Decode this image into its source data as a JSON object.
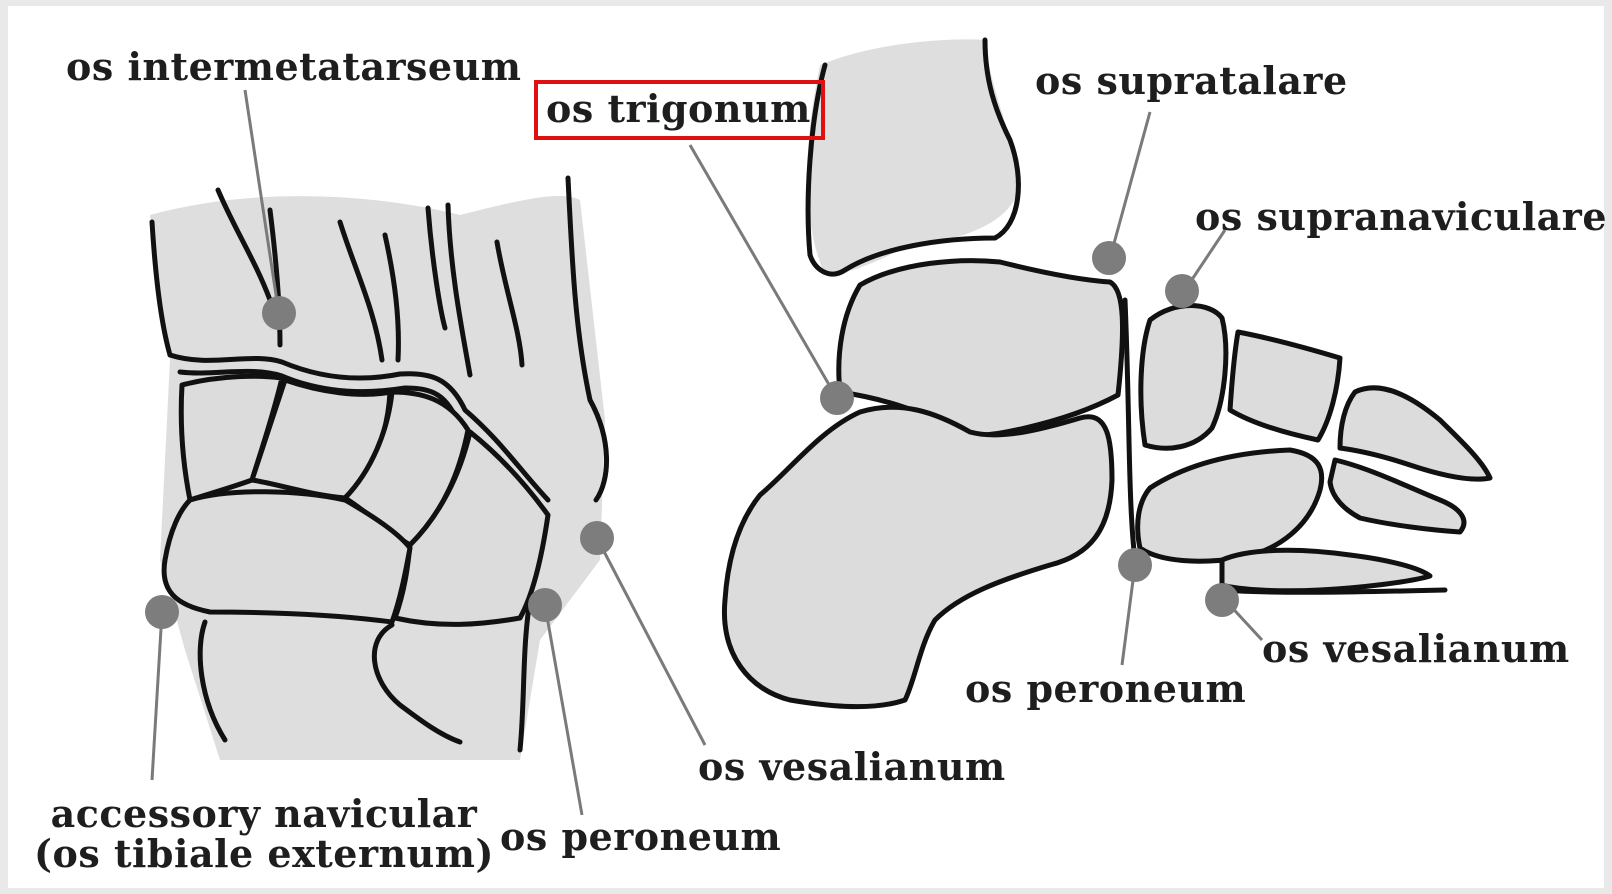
{
  "labels": {
    "os_intermetatarseum": "os intermetatarseum",
    "os_trigonum": "os trigonum",
    "os_supratalare": "os supratalare",
    "os_supranaviculare": "os supranaviculare",
    "os_vesalianum_lateral": "os vesalianum",
    "os_peroneum_lateral": "os peroneum",
    "os_vesalianum_dorsal": "os vesalianum",
    "os_peroneum_dorsal": "os peroneum",
    "accessory_navicular_line1": "accessory navicular",
    "accessory_navicular_line2": "(os tibiale externum)"
  },
  "highlighted_label": "os trigonum",
  "colors": {
    "highlight_border": "#e01010",
    "bone_fill": "#dcdcdc",
    "outline": "#111111",
    "marker": "#7d7d7d",
    "leader_line": "#7a7a7a"
  }
}
